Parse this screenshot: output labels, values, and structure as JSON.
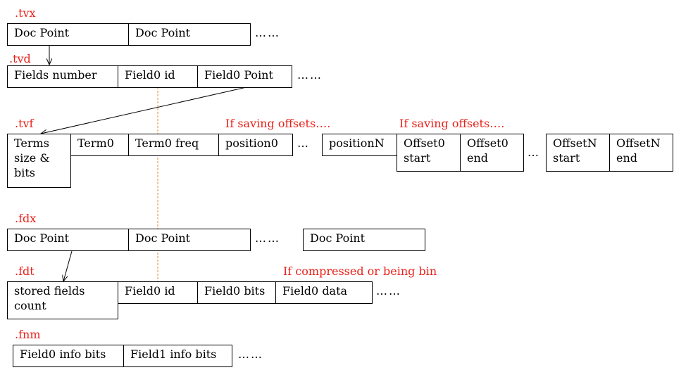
{
  "colors": {
    "label": "#e8211a",
    "guide": "#e8892a",
    "stroke": "#000000"
  },
  "tvx": {
    "label": ".tvx",
    "cells": [
      "Doc Point",
      "Doc Point"
    ],
    "ellipsis": "……"
  },
  "tvd": {
    "label": ".tvd",
    "cells": [
      "Fields number",
      "Field0 id",
      "Field0 Point"
    ],
    "ellipsis": "……"
  },
  "tvf": {
    "label": ".tvf",
    "note_positions": "If saving offsets….",
    "note_offsets": "If saving offsets….",
    "cells": [
      "Terms\nsize &\nbits",
      "Term0",
      "Term0 freq",
      "position0"
    ],
    "ellipsis_positions": "…",
    "position_n": "positionN",
    "offset_cells": [
      "Offset0\nstart",
      "Offset0\nend"
    ],
    "ellipsis_offsets": "…",
    "offset_n_cells": [
      "OffsetN\nstart",
      "OffsetN\nend"
    ]
  },
  "fdx": {
    "label": ".fdx",
    "cells": [
      "Doc Point",
      "Doc Point"
    ],
    "ellipsis": "……",
    "last_cell": "Doc Point"
  },
  "fdt": {
    "label": ".fdt",
    "note": "If compressed or being bin",
    "cells": [
      "stored fields\ncount",
      "Field0 id",
      "Field0 bits",
      "Field0 data"
    ],
    "ellipsis": "……"
  },
  "fnm": {
    "label": ".fnm",
    "cells": [
      "Field0 info bits",
      "Field1 info bits"
    ],
    "ellipsis": "……"
  }
}
